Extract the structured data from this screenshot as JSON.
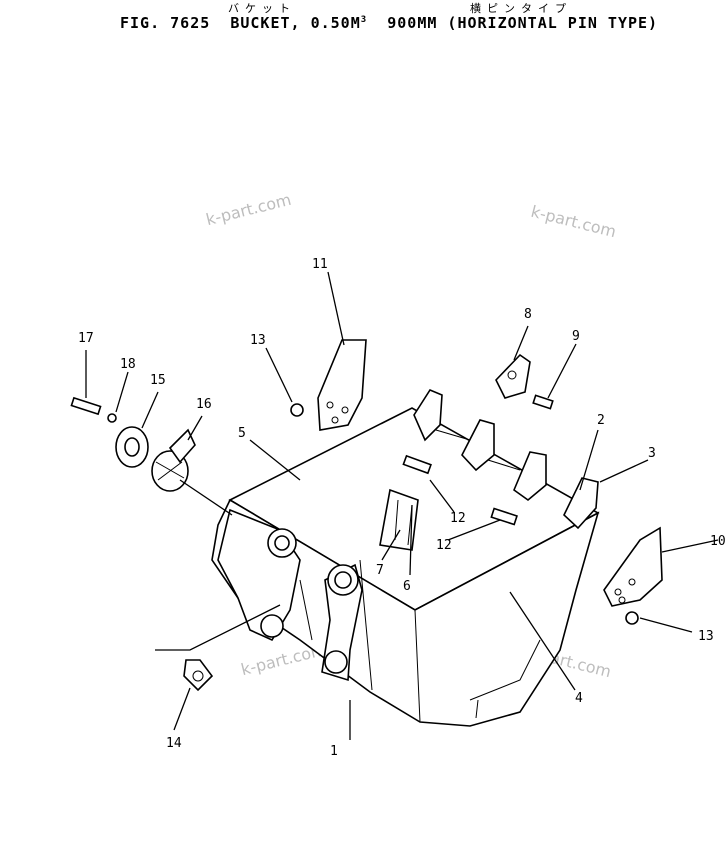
{
  "header": {
    "kana_left": "バケット",
    "kana_right": "横ピンタイプ",
    "title_prefix": "FIG. 7625  BUCKET, 0.50M",
    "title_sup": "3",
    "title_suffix": "  900MM (HORIZONTAL PIN TYPE)"
  },
  "watermarks": [
    "k-part.com",
    "k-part.com",
    "k-part.com",
    "k-part.com"
  ],
  "callouts": [
    "1",
    "2",
    "3",
    "4",
    "5",
    "6",
    "7",
    "8",
    "9",
    "10",
    "11",
    "12",
    "12",
    "13",
    "13",
    "14",
    "15",
    "16",
    "17",
    "18"
  ]
}
